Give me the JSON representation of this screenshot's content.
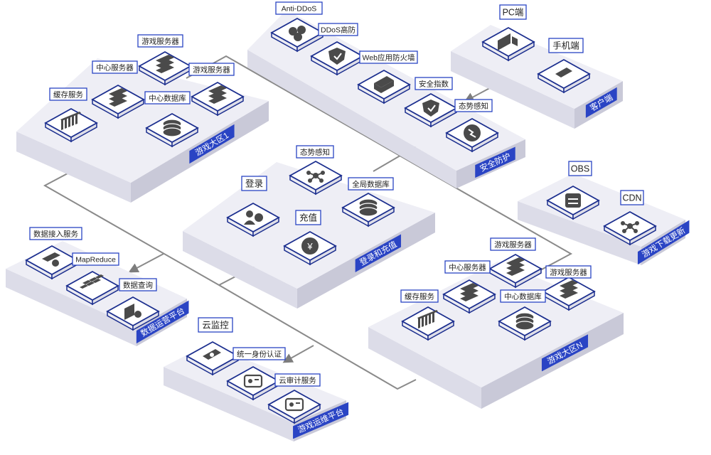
{
  "platforms": {
    "zone1": {
      "title": "游戏大区1",
      "nodes": {
        "cache": "缓存服务",
        "center": "中心服务器",
        "game_a": "游戏服务器",
        "game_b": "游戏服务器",
        "db": "中心数据库"
      }
    },
    "security": {
      "title": "安全防护",
      "nodes": {
        "antiddos": "Anti-DDoS",
        "ddos_high": "DDoS高防",
        "waf": "Web应用防火墙",
        "safety_index": "安全指数",
        "situation": "态势感知"
      }
    },
    "client": {
      "title": "客户端",
      "nodes": {
        "pc": "PC端",
        "mobile": "手机端"
      }
    },
    "download": {
      "title": "游戏下载更新",
      "nodes": {
        "obs": "OBS",
        "cdn": "CDN"
      }
    },
    "login": {
      "title": "登录和充值",
      "nodes": {
        "situation": "态势感知",
        "global_db": "全局数据库",
        "login": "登录",
        "recharge": "充值"
      }
    },
    "data_ops": {
      "title": "数据运营平台",
      "nodes": {
        "ingest": "数据接入服务",
        "mapreduce": "MapReduce",
        "query": "数据查询"
      }
    },
    "zoneN": {
      "title": "游戏大区N",
      "nodes": {
        "game_a": "游戏服务器",
        "center": "中心服务器",
        "game_b": "游戏服务器",
        "cache": "缓存服务",
        "db": "中心数据库"
      }
    },
    "devops": {
      "title": "游戏运维平台",
      "nodes": {
        "monitor": "云监控",
        "iam": "统一身份认证",
        "audit": "云审计服务"
      }
    }
  },
  "colors": {
    "accent": "#2a44c4",
    "platform_top": "#eeeef5",
    "platform_left": "#dcdce8",
    "platform_right": "#c9c9d8",
    "tile_icon": "#4a4a4a",
    "line": "#8a8a8a"
  },
  "icons": {
    "zone1": {
      "cache": "bars-icon",
      "center": "server-icon",
      "game_a": "server-icon",
      "game_b": "server-icon",
      "db": "database-icon"
    },
    "security": {
      "antiddos": "shield-cluster-icon",
      "ddos_high": "shield-icon",
      "waf": "firewall-icon",
      "safety_index": "check-shield-icon",
      "situation": "radar-icon"
    },
    "client": {
      "pc": "monitor-icon",
      "mobile": "phone-icon"
    },
    "download": {
      "obs": "storage-icon",
      "cdn": "network-icon"
    },
    "login": {
      "situation": "share-icon",
      "global_db": "database-icon",
      "login": "user-login-icon",
      "recharge": "yuan-coin-icon"
    },
    "data_ops": {
      "ingest": "data-ingest-icon",
      "mapreduce": "grid-icon",
      "query": "search-doc-icon"
    },
    "zoneN": {
      "game_a": "server-icon",
      "center": "server-icon",
      "game_b": "server-icon",
      "cache": "bars-icon",
      "db": "database-icon"
    },
    "devops": {
      "monitor": "eye-monitor-icon",
      "iam": "id-card-icon",
      "audit": "audit-icon"
    }
  }
}
